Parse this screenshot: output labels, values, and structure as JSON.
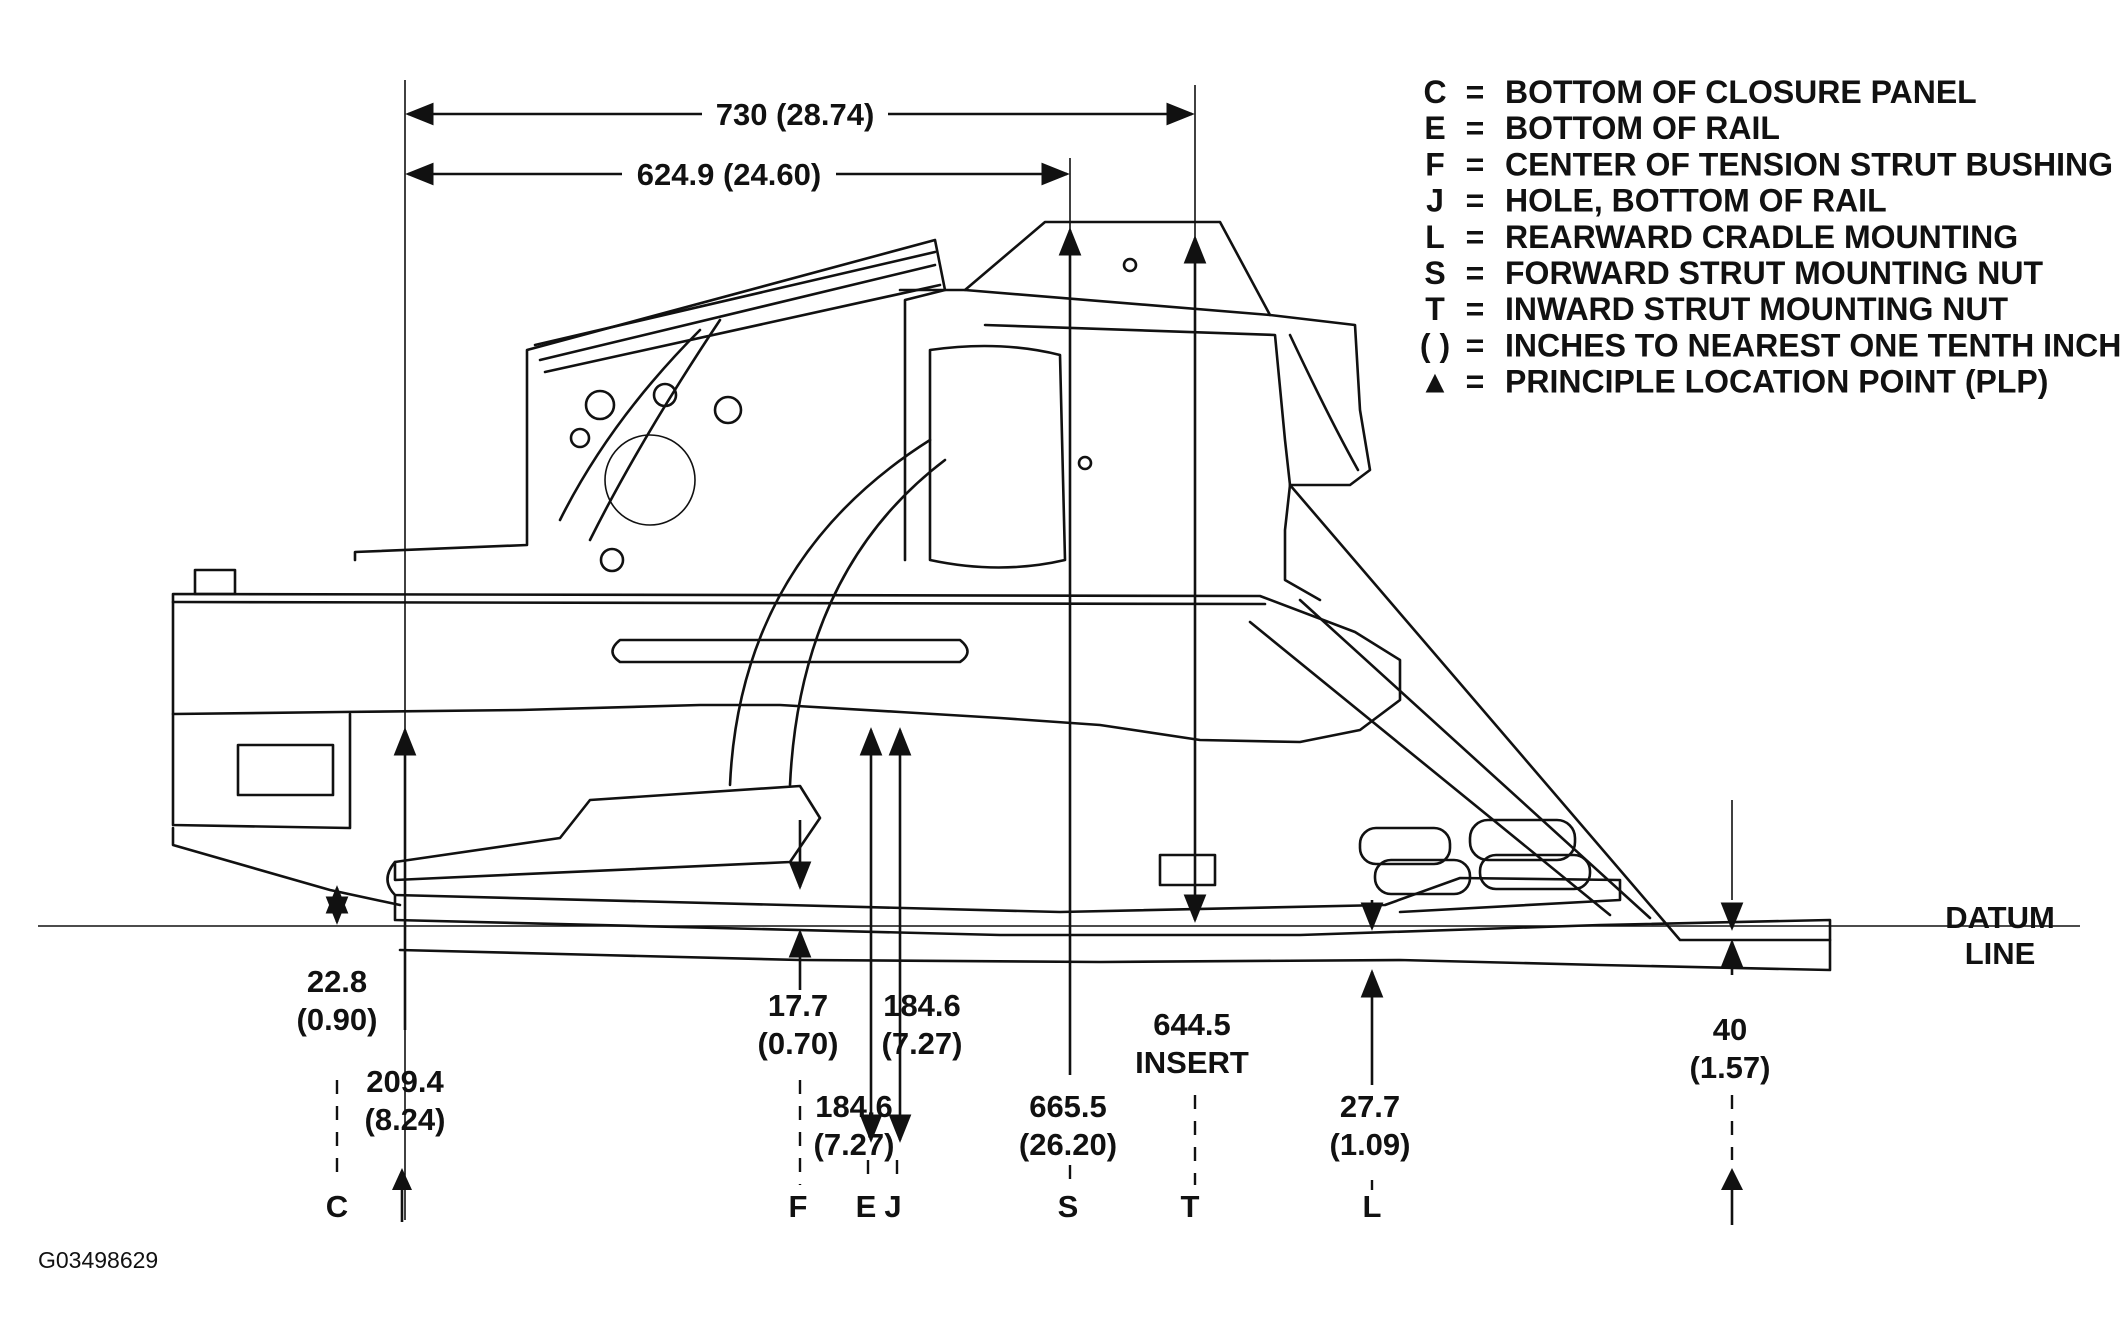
{
  "legend": [
    {
      "key": "C",
      "text": "BOTTOM OF CLOSURE PANEL"
    },
    {
      "key": "E",
      "text": "BOTTOM OF RAIL"
    },
    {
      "key": "F",
      "text": "CENTER OF TENSION STRUT BUSHING"
    },
    {
      "key": "J",
      "text": "HOLE, BOTTOM OF RAIL"
    },
    {
      "key": "L",
      "text": "REARWARD CRADLE MOUNTING"
    },
    {
      "key": "S",
      "text": "FORWARD STRUT MOUNTING NUT"
    },
    {
      "key": "T",
      "text": "INWARD STRUT MOUNTING NUT"
    },
    {
      "key": "( )",
      "text": "INCHES TO NEAREST ONE TENTH INCH"
    },
    {
      "key": "▲",
      "text": "PRINCIPLE LOCATION POINT  (PLP)"
    }
  ],
  "horizontal_dims": {
    "overall": "730 (28.74)",
    "partial": "624.9 (24.60)"
  },
  "datum": {
    "line1": "DATUM",
    "line2": "LINE"
  },
  "dims": {
    "c": {
      "mm": "22.8",
      "in": "(0.90)",
      "point": "C"
    },
    "plp_front": {
      "mm": "209.4",
      "in": "(8.24)"
    },
    "f": {
      "mm": "17.7",
      "in": "(0.70)",
      "point": "F"
    },
    "j": {
      "mm": "184.6",
      "in": "(7.27)",
      "point": "J"
    },
    "e": {
      "mm": "184.6",
      "in": "(7.27)",
      "point": "E"
    },
    "s": {
      "mm": "665.5",
      "in": "(26.20)",
      "point": "S"
    },
    "t": {
      "mm": "644.5",
      "note": "INSERT",
      "point": "T"
    },
    "l": {
      "mm": "27.7",
      "in": "(1.09)",
      "point": "L"
    },
    "plp_rear": {
      "mm": "40",
      "in": "(1.57)"
    }
  },
  "figure_id": "G03498629"
}
